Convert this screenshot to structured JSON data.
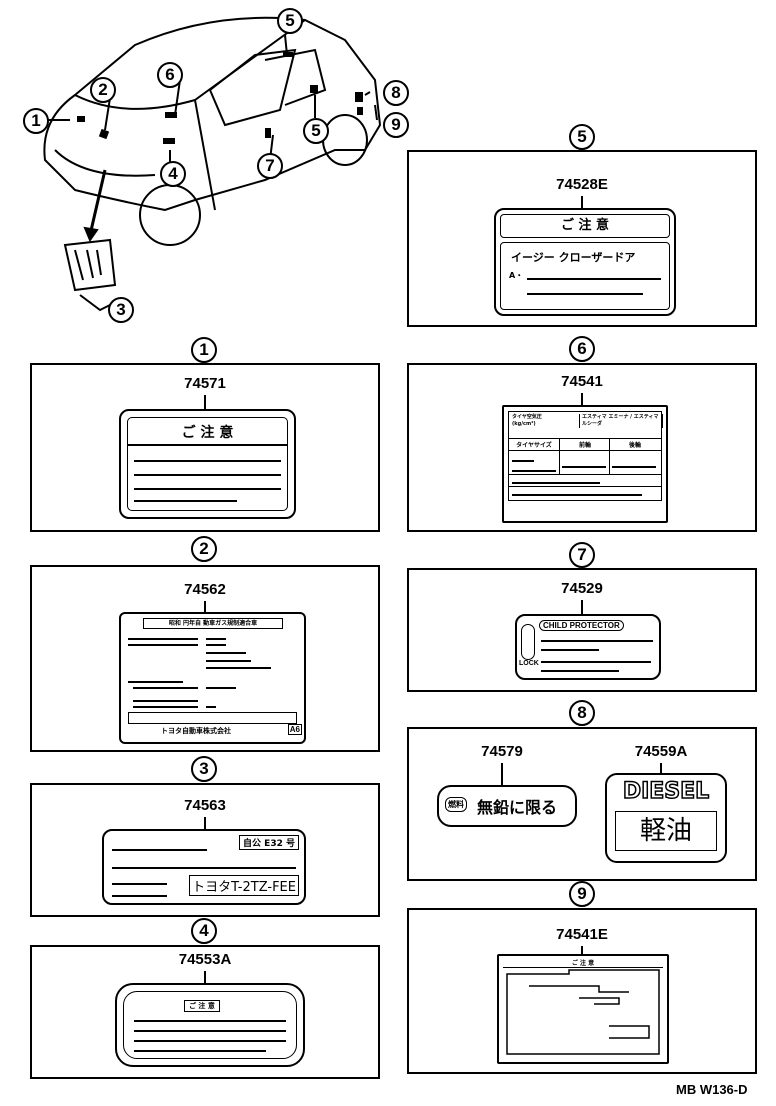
{
  "diagram": {
    "callouts": [
      "1",
      "2",
      "3",
      "4",
      "5",
      "6",
      "7",
      "8",
      "9"
    ],
    "footer_code": "MB W136-D",
    "sections": [
      {
        "callout": "1",
        "part_number": "74571",
        "header": "ご 注 意"
      },
      {
        "callout": "2",
        "part_number": "74562",
        "header": "昭和 円年自 動車ガス規制適合車",
        "maker": "トヨタ自動車株式会社",
        "badge": "A6"
      },
      {
        "callout": "3",
        "part_number": "74563",
        "tag": "自公 E32 号",
        "engine": "トヨタT-2TZ-FEE"
      },
      {
        "callout": "4",
        "part_number": "74553A",
        "header": "ご 注 意"
      },
      {
        "callout": "5",
        "part_number": "74528E",
        "header": "ご 注 意",
        "body": "イージー クローザードア",
        "field_prefix": "A・"
      },
      {
        "callout": "6",
        "part_number": "74541",
        "header_left": "タイヤ空気圧 (kg/cm²)",
        "header_right": "エスティマ エミーナ / エスティマ ルシーダ",
        "cols": [
          "タイヤサイズ",
          "前輪",
          "後輪"
        ]
      },
      {
        "callout": "7",
        "part_number": "74529",
        "title": "CHILD PROTECTOR",
        "lock_label": "LOCK"
      },
      {
        "callout": "8",
        "parts": [
          {
            "part_number": "74579",
            "prefix": "燃料",
            "text": "無鉛に限る"
          },
          {
            "part_number": "74559A",
            "line1": "DIESEL",
            "line2": "軽油"
          }
        ]
      },
      {
        "callout": "9",
        "part_number": "74541E",
        "header": "ご 注 意"
      }
    ]
  }
}
